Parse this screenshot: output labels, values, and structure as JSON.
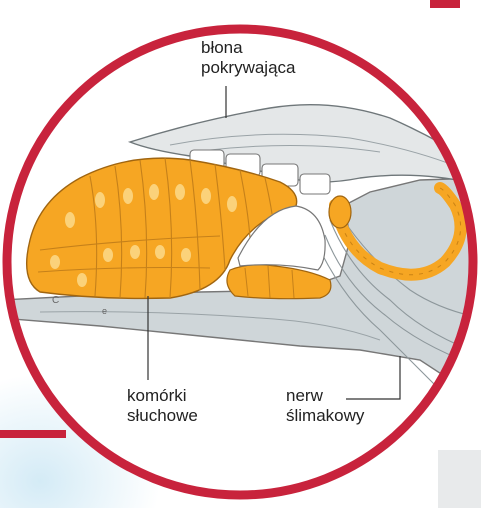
{
  "labels": {
    "membrane": {
      "line1": "błona",
      "line2": "pokrywająca"
    },
    "hair_cells": {
      "line1": "komórki",
      "line2": "słuchowe"
    },
    "nerve": {
      "line1": "nerw",
      "line2": "ślimakowy"
    }
  },
  "colors": {
    "frame": "#c8233c",
    "cells": "#f6a623",
    "cells_light": "#fbd27a",
    "bone": "#cfd6d9",
    "membrane": "#e4e7e8",
    "background_tint": "#e6f2f8"
  }
}
